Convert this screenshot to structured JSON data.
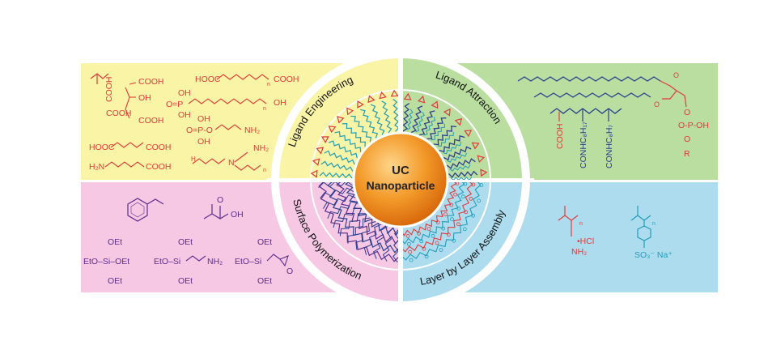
{
  "colors": {
    "yellow": "#f9f4a6",
    "green": "#b9dea0",
    "pink": "#f6c8e4",
    "blue": "#aedcef",
    "red": "#e23a3a",
    "blue_chain": "#2a3f8f",
    "teal": "#1f9db8",
    "purple": "#5b2d8c",
    "core_orange": "#f08a1c"
  },
  "core": {
    "line1": "UC",
    "line2": "Nanoparticle"
  },
  "quadrants": {
    "top_left": "Ligand Engineering",
    "top_right": "Ligand Attraction",
    "bottom_left": "Surface Polymerization",
    "bottom_right": "Layer by Layer Assembly"
  },
  "ligand_engineering": {
    "paa_cooh": "COOH",
    "citric_cooh_a": "COOH",
    "citric_oh": "OH",
    "citric_cooh_b": "COOH",
    "citric_cooh_c": "COOH",
    "peg_left": "HOOC",
    "peg_right": "COOH",
    "peg_n": "n",
    "phos_oh": "OH",
    "phos_op": "O=P",
    "phos_oh2": "OH",
    "phos_tail": "OH",
    "phos_n": "n",
    "aep_oh": "OH",
    "aep_op": "O=P-O",
    "aep_oh2": "OH",
    "aep_nh2": "NH₂",
    "adipic": "HOOC",
    "adipic_r": "COOH",
    "aminohex": "H₂N",
    "aminohex_r": "COOH",
    "pei_h": "H",
    "pei_n": "N",
    "pei_nh2": "NH₂",
    "pei_n_sub": "n"
  },
  "ligand_attraction": {
    "cooh": "COOH",
    "amide1": "CONHC₈H₁₇",
    "amide2": "CONHC₈H₇",
    "phos_o": "O",
    "phos_p": "O-P-OH",
    "phos_o2": "O",
    "phos_r": "R",
    "o1": "O",
    "o2": "O"
  },
  "surface_polymerization": {
    "acrylic_o": "O",
    "acrylic_oh": "OH",
    "teos_top": "OEt",
    "teos_mid": "EtO–Si–OEt",
    "teos_bot": "OEt",
    "aptes_top": "OEt",
    "aptes_mid": "EtO–Si",
    "aptes_nh2": "NH₂",
    "aptes_bot": "OEt",
    "gptms_top": "OEt",
    "gptms_mid": "EtO–Si",
    "gptms_o": "O",
    "gptms_bot": "OEt"
  },
  "layer_by_layer": {
    "pah_hcl": "•HCl",
    "pah_nh2": "NH₂",
    "pah_n": "n",
    "pss_so3": "SO₃⁻ Na⁺",
    "pss_n": "n"
  }
}
